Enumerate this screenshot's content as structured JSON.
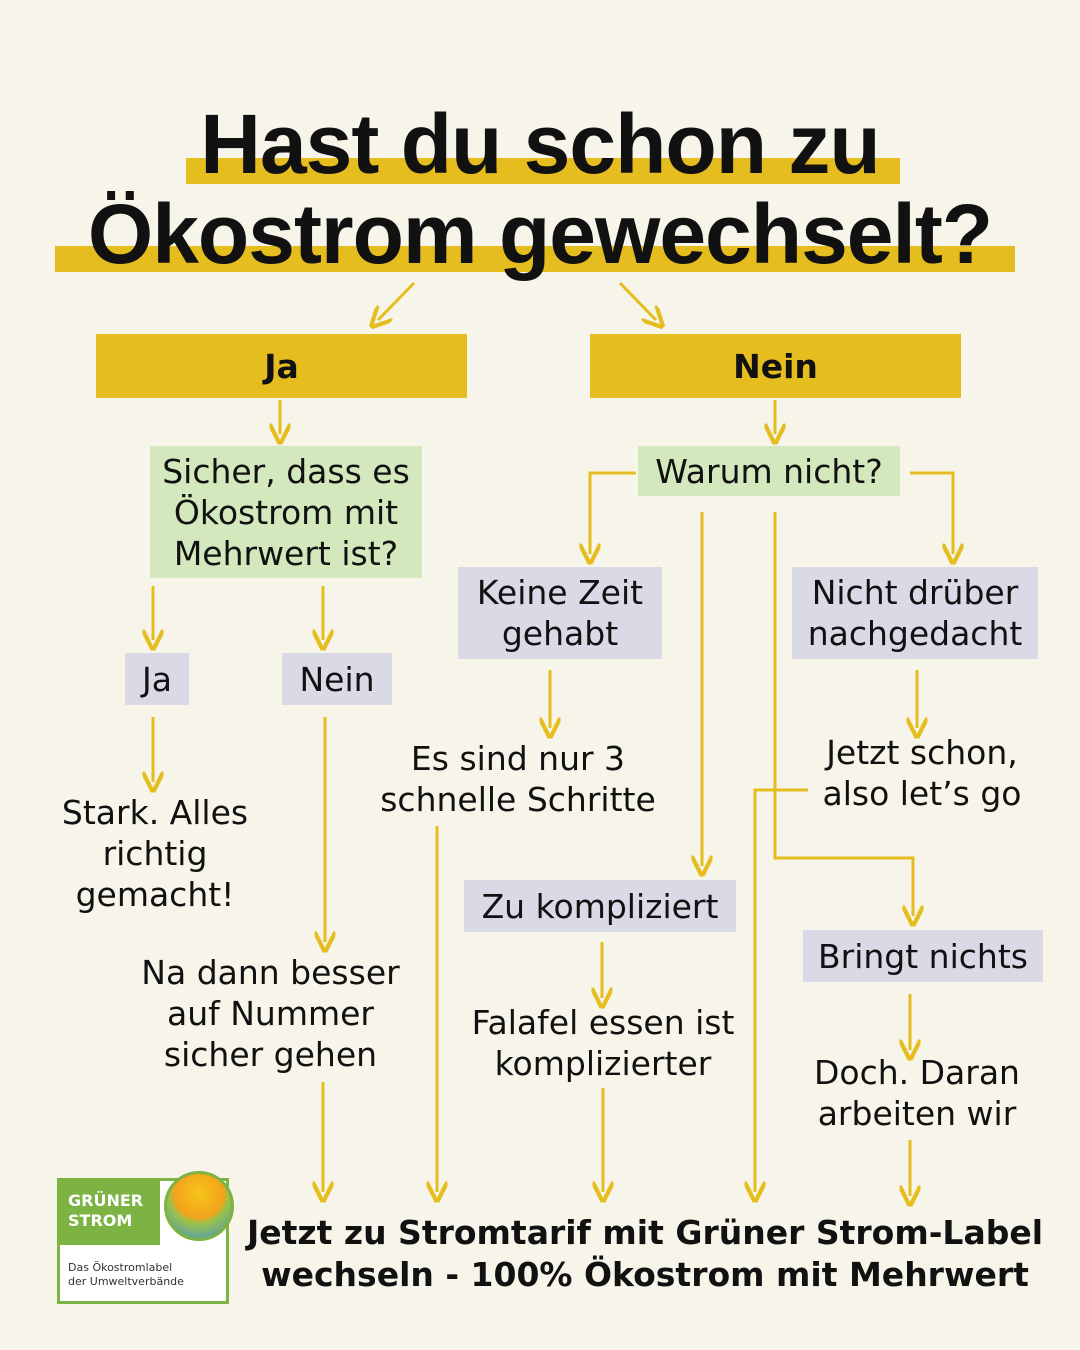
{
  "title": {
    "line1": "Hast du schon zu",
    "line2": "Ökostrom gewechselt?"
  },
  "level1": {
    "yes": "Ja",
    "no": "Nein"
  },
  "yes_branch": {
    "question": "Sicher, dass es Ökostrom mit Mehrwert ist?",
    "answer_yes": "Ja",
    "answer_no": "Nein",
    "result_yes": "Stark. Alles richtig gemacht!",
    "result_no": "Na dann besser auf Nummer sicher gehen"
  },
  "no_branch": {
    "question": "Warum nicht?",
    "reason_time": "Keine Zeit gehabt",
    "reason_time_reply": "Es sind nur 3 schnelle Schritte",
    "reason_complicated": "Zu kompliziert",
    "reason_complicated_reply": "Falafel essen ist komplizierter",
    "reason_thought": "Nicht drüber nachgedacht",
    "reason_thought_reply": "Jetzt schon, also let’s go",
    "reason_useless": "Bringt nichts",
    "reason_useless_reply": "Doch. Daran arbeiten wir"
  },
  "footer": {
    "line1": "Jetzt zu Stromtarif mit Grüner Strom-Label",
    "line2": "wechseln - 100% Ökostrom mit Mehrwert"
  },
  "logo": {
    "name_line1": "GRÜNER",
    "name_line2": "STROM",
    "sub_line1": "Das Ökostromlabel",
    "sub_line2": "der Umweltverbände"
  },
  "colors": {
    "background": "#f7f5ea",
    "accent_yellow": "#e5bd1f",
    "question_green": "#d3e8bd",
    "answer_grey": "#d9dae6",
    "logo_green": "#7cb342"
  }
}
